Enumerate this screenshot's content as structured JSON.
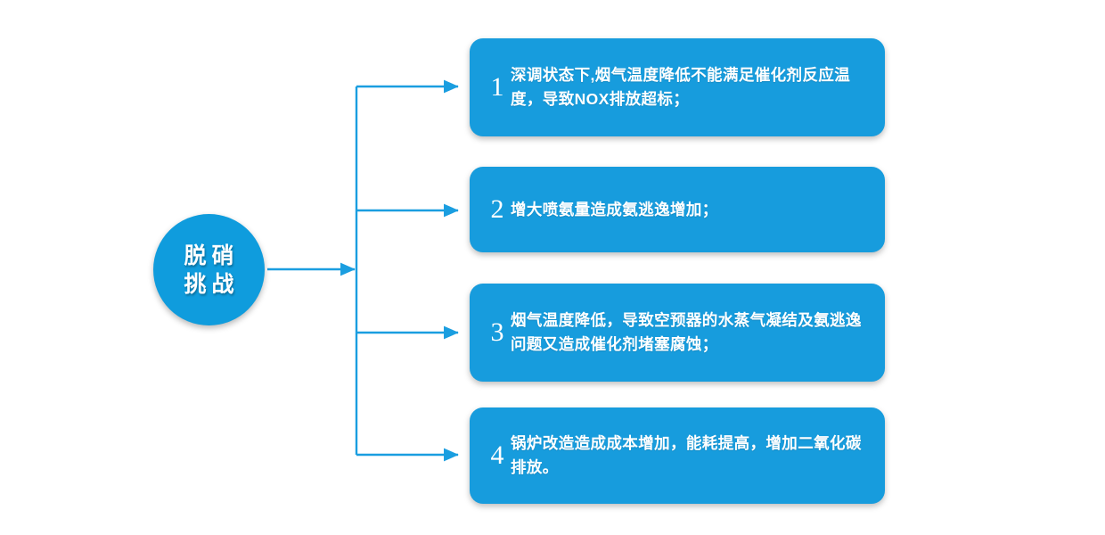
{
  "theme": {
    "accent_blue": "#179cdd",
    "circle_blue": "#0f9cdd",
    "line_blue": "#1a9ee0",
    "text_white": "#ffffff",
    "background": "#ffffff"
  },
  "root": {
    "line1": "脱硝",
    "line2": "挑战"
  },
  "items": [
    {
      "number": "1",
      "text": "深调状态下,烟气温度降低不能满足催化剂反应温度，导致NOX排放超标；"
    },
    {
      "number": "2",
      "text": "增大喷氨量造成氨逃逸增加；"
    },
    {
      "number": "3",
      "text": "烟气温度降低，导致空预器的水蒸气凝结及氨逃逸问题又造成催化剂堵塞腐蚀；"
    },
    {
      "number": "4",
      "text": "锅炉改造造成成本增加，能耗提高，增加二氧化碳排放。"
    }
  ]
}
